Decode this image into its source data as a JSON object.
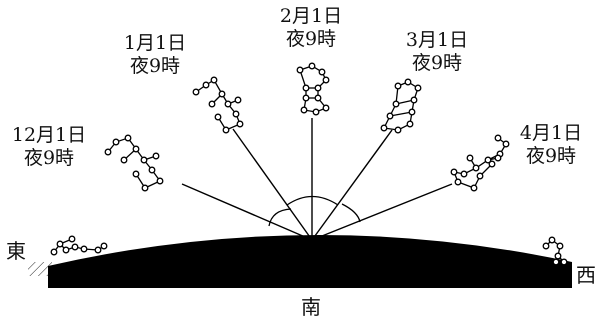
{
  "directions": {
    "east": "東",
    "west": "西",
    "south": "南"
  },
  "observations": [
    {
      "date": "12月1日",
      "time": "夜9時"
    },
    {
      "date": "1月1日",
      "time": "夜9時"
    },
    {
      "date": "2月1日",
      "time": "夜9時"
    },
    {
      "date": "3月1日",
      "time": "夜9時"
    },
    {
      "date": "4月1日",
      "time": "夜9時"
    }
  ]
}
